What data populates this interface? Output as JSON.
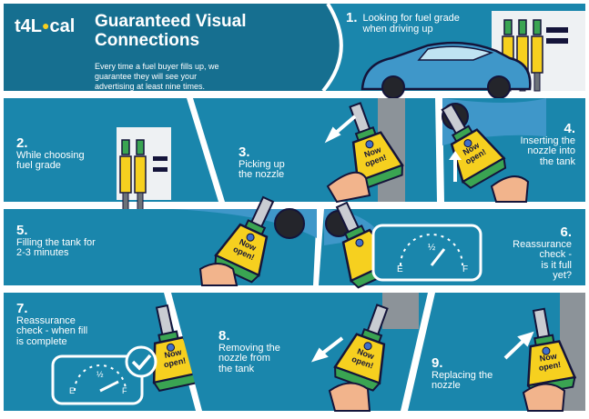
{
  "brand": {
    "logo_text": "t4Local",
    "logo_prefix": "t4L",
    "logo_suffix": "cal"
  },
  "header": {
    "title_line1": "Guaranteed Visual",
    "title_line2": "Connections",
    "desc_line1": "Every time a fuel buyer fills up, we",
    "desc_line2": "guarantee they will see your",
    "desc_line3": "advertising at least nine times."
  },
  "nozzle_tag": {
    "line1": "Now",
    "line2": "open!"
  },
  "gauge": {
    "empty": "E",
    "half": "½",
    "full": "F"
  },
  "colors": {
    "teal": "#1a86ac",
    "dark_teal": "#166f90",
    "ink": "#14143a",
    "yellow": "#f6d01f",
    "green": "#3aa452",
    "car": "#3f97c9",
    "hand": "#f2b48c"
  },
  "steps": [
    {
      "num": "1.",
      "lines": [
        "Looking for fuel grade",
        "when driving up"
      ]
    },
    {
      "num": "2.",
      "lines": [
        "While choosing",
        "fuel grade"
      ]
    },
    {
      "num": "3.",
      "lines": [
        "Picking up",
        "the nozzle"
      ]
    },
    {
      "num": "4.",
      "lines": [
        "Inserting the",
        "nozzle into",
        "the tank"
      ]
    },
    {
      "num": "5.",
      "lines": [
        "Filling the tank for",
        "2-3 minutes"
      ]
    },
    {
      "num": "6.",
      "lines": [
        "Reassurance",
        "check -",
        "is it full",
        "yet?"
      ]
    },
    {
      "num": "7.",
      "lines": [
        "Reassurance",
        "check - when fill",
        "is complete"
      ]
    },
    {
      "num": "8.",
      "lines": [
        "Removing the",
        "nozzle from",
        "the tank"
      ]
    },
    {
      "num": "9.",
      "lines": [
        "Replacing the",
        "nozzle"
      ]
    }
  ]
}
